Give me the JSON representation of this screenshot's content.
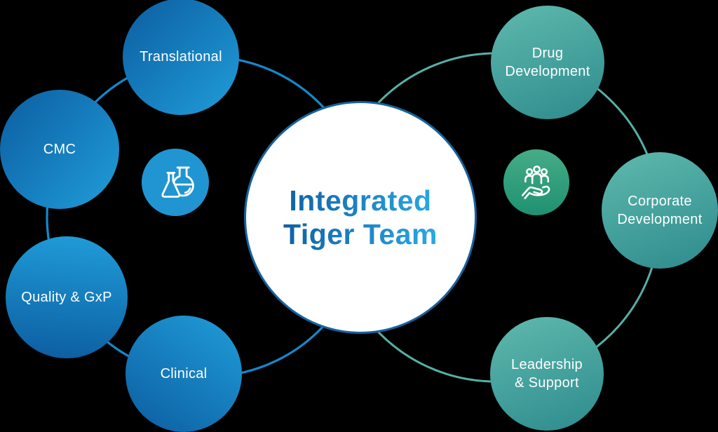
{
  "diagram_title": "Integrated Tiger Team",
  "center": {
    "title": "Integrated\nTiger Team"
  },
  "left_group": {
    "items": [
      {
        "label": "Translational"
      },
      {
        "label": "CMC"
      },
      {
        "label": "Quality & GxP"
      },
      {
        "label": "Clinical"
      }
    ],
    "icon": {
      "name": "lab-flasks-icon"
    }
  },
  "right_group": {
    "items": [
      {
        "label": "Drug\nDevelopment"
      },
      {
        "label": "Corporate\nDevelopment"
      },
      {
        "label": "Leadership\n& Support"
      }
    ],
    "icon": {
      "name": "hand-holding-people-icon"
    }
  },
  "colors": {
    "background": "#000000",
    "blue_light": "#209dd9",
    "blue_dark": "#0c5da0",
    "teal_light": "#5fb9ad",
    "teal_dark": "#2d8b8d",
    "left_ring": "#1488cc",
    "right_ring": "#56b0a6",
    "center_border": "#15639f",
    "title_grad_start": "#0f60a6",
    "title_grad_end": "#2aa9e2",
    "flask_circle": "#2095d2",
    "hand_circle_light": "#45ac87",
    "hand_circle_dark": "#1f9170",
    "label_text": "#ffffff"
  }
}
